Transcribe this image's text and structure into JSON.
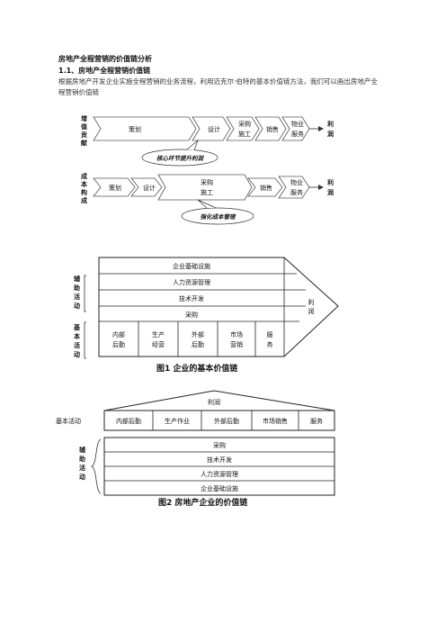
{
  "heading": "房地产全程营销的价值链分析",
  "subheading": "1.1、房地产全程营销价值链",
  "paragraph": "根据房地产开发企业实施全程营销的业务流程，利用迈克尔·伯特的基本价值链方法，我们可以画出房地产全程营销价值链",
  "diagram1": {
    "left_label": [
      "增",
      "值",
      "贡",
      "献"
    ],
    "steps": [
      "策划",
      "设计",
      "采购",
      "施工",
      "销售",
      "物业",
      "服务"
    ],
    "profit": [
      "利",
      "润"
    ],
    "callout": "核心环节提升利润"
  },
  "diagram2": {
    "left_label": [
      "成",
      "本",
      "构",
      "成"
    ],
    "steps": [
      "策划",
      "设计",
      "采购",
      "施工",
      "销售",
      "物业",
      "服务"
    ],
    "profit": [
      "利",
      "润"
    ],
    "callout": "强化成本管理"
  },
  "figure1": {
    "support_label": [
      "辅",
      "助",
      "活",
      "动"
    ],
    "primary_label": [
      "基",
      "本",
      "活",
      "动"
    ],
    "support": [
      "企业基础设施",
      "人力资源管理",
      "技术开发",
      "采购"
    ],
    "primary": [
      [
        "内部",
        "后勤"
      ],
      [
        "生产",
        "经营"
      ],
      [
        "外部",
        "后勤"
      ],
      [
        "市场",
        "营销"
      ],
      [
        "服",
        "务"
      ]
    ],
    "profit": [
      "利",
      "润"
    ],
    "caption": "图1 企业的基本价值链"
  },
  "figure2": {
    "profit": "利润",
    "primary_label": "基本活动",
    "primary": [
      "内部后勤",
      "生产作业",
      "外部后勤",
      "市场销售",
      "服务"
    ],
    "support_label": [
      "辅",
      "助",
      "活",
      "动"
    ],
    "support": [
      "采购",
      "技术开发",
      "人力资源管理",
      "企业基础设施"
    ],
    "caption": "图2 房地产企业的价值链"
  }
}
